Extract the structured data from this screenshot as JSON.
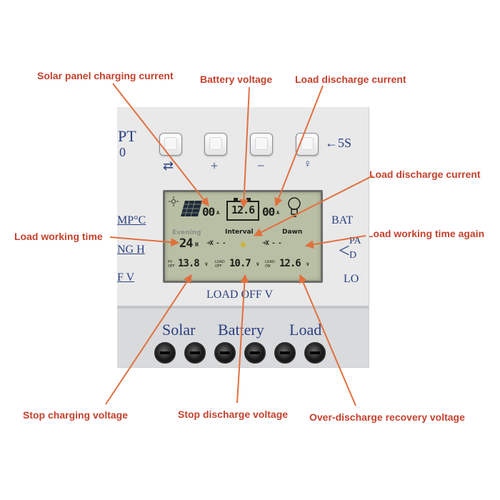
{
  "annotations": {
    "solar_charging_current": "Solar panel charging current",
    "battery_voltage": "Battery voltage",
    "load_discharge_current_top": "Load discharge current",
    "load_discharge_current_right": "Load discharge current",
    "load_working_time": "Load working time",
    "load_working_time_again": "Load working time again",
    "stop_charging_voltage": "Stop charging voltage",
    "stop_discharge_voltage": "Stop discharge voltage",
    "over_discharge_recovery_voltage": "Over-discharge recovery voltage"
  },
  "device": {
    "left_labels": {
      "pt": "PT",
      "zero": "0",
      "mp_c": "MP°C",
      "ng_h": "NG H",
      "f_v": "F V"
    },
    "right_labels": {
      "five_s": "←5S",
      "bat": "BAT",
      "pa": "PA",
      "d": "D",
      "lo": "LO"
    },
    "button_symbols": [
      "⇄",
      "+",
      "−",
      "♀"
    ],
    "load_off_label": "LOAD OFF V",
    "terminal_labels": {
      "solar": "Solar",
      "battery": "Battery",
      "load": "Load"
    },
    "terminal_count": 6
  },
  "lcd": {
    "solar_current": "00",
    "solar_unit": "A",
    "battery_voltage": "12.6",
    "load_current": "00",
    "load_unit": "A",
    "evening_label": "Evening",
    "interval_label": "Interval",
    "dawn_label": "Dawn",
    "work_time": "24",
    "work_time_unit": "H",
    "x_marks": "➜X - -",
    "x_marks_right": "➜X - -",
    "pv_off_label": "PV OFF",
    "pv_off_value": "13.8",
    "load_off_lcd_label": "LOAD OFF",
    "load_off_value": "10.7",
    "load_on_label": "LOAD ON",
    "load_on_value": "12.6",
    "volt_unit": "V"
  }
}
